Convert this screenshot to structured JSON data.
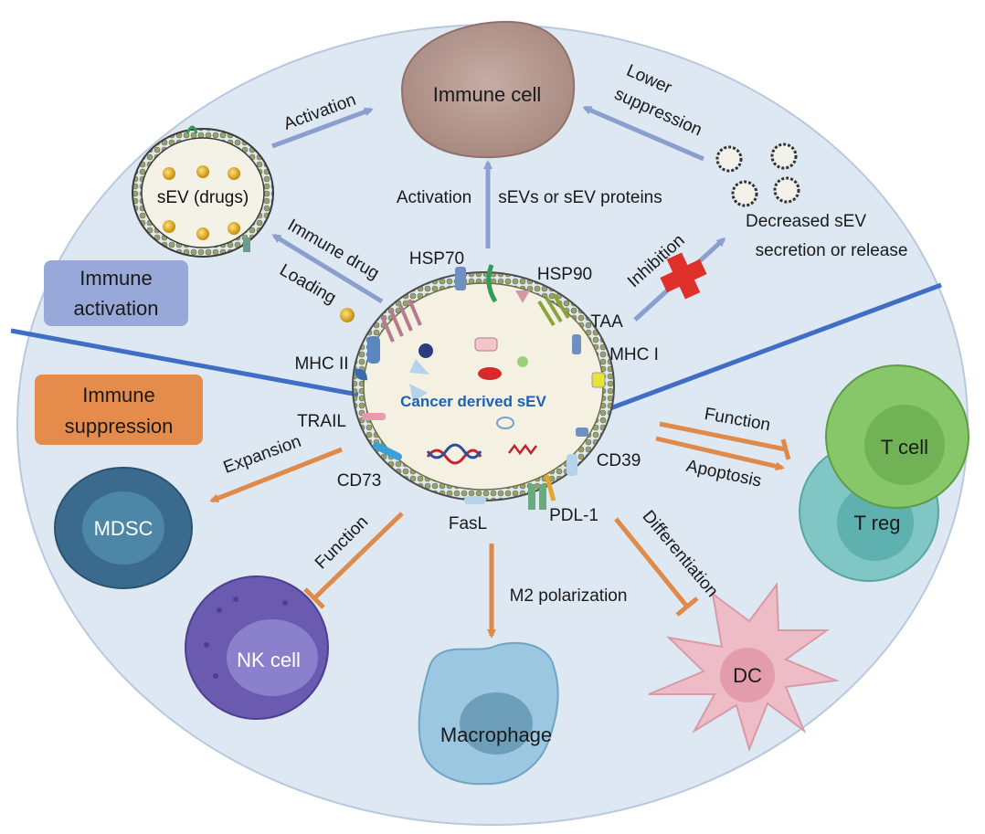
{
  "colors": {
    "background_ellipse": "#dde8f3",
    "activation_arrow": "#8b9fcf",
    "suppression_arrow": "#e08a4a",
    "divider_line": "#3f6ec4",
    "activation_box": "#98a8d8",
    "suppression_box": "#e58c4c",
    "inhibition_cross": "#e0302a"
  },
  "boxes": {
    "activation": [
      "Immune",
      "activation"
    ],
    "suppression": [
      "Immune",
      "suppression"
    ]
  },
  "center": {
    "title": "Cancer derived sEV"
  },
  "sev_drugs": {
    "label": "sEV (drugs)"
  },
  "cells": {
    "immune_cell": "Immune cell",
    "t_cell": "T cell",
    "t_reg": "T reg",
    "mdsc": "MDSC",
    "nk_cell": "NK cell",
    "macrophage": "Macrophage",
    "dc": "DC"
  },
  "markers": {
    "hsp70": "HSP70",
    "hsp90": "HSP90",
    "taa": "TAA",
    "mhc1": "MHC I",
    "mhc2": "MHC II",
    "trail": "TRAIL",
    "cd73": "CD73",
    "cd39": "CD39",
    "fasl": "FasL",
    "pdl1": "PDL-1"
  },
  "arrows": {
    "activation_top": "Activation",
    "activation_mid": "Activation",
    "sevs_proteins": "sEVs or sEV proteins",
    "lower_suppression": [
      "Lower",
      "suppression"
    ],
    "decreased": [
      "Decreased sEV",
      "secretion or release"
    ],
    "inhibition": "Inhibition",
    "immune_drug": "Immune drug",
    "loading": "Loading",
    "expansion": "Expansion",
    "function_nk": "Function",
    "m2": "M2 polarization",
    "differentiation": "Differentiation",
    "function_t": "Function",
    "apoptosis": "Apoptosis"
  }
}
